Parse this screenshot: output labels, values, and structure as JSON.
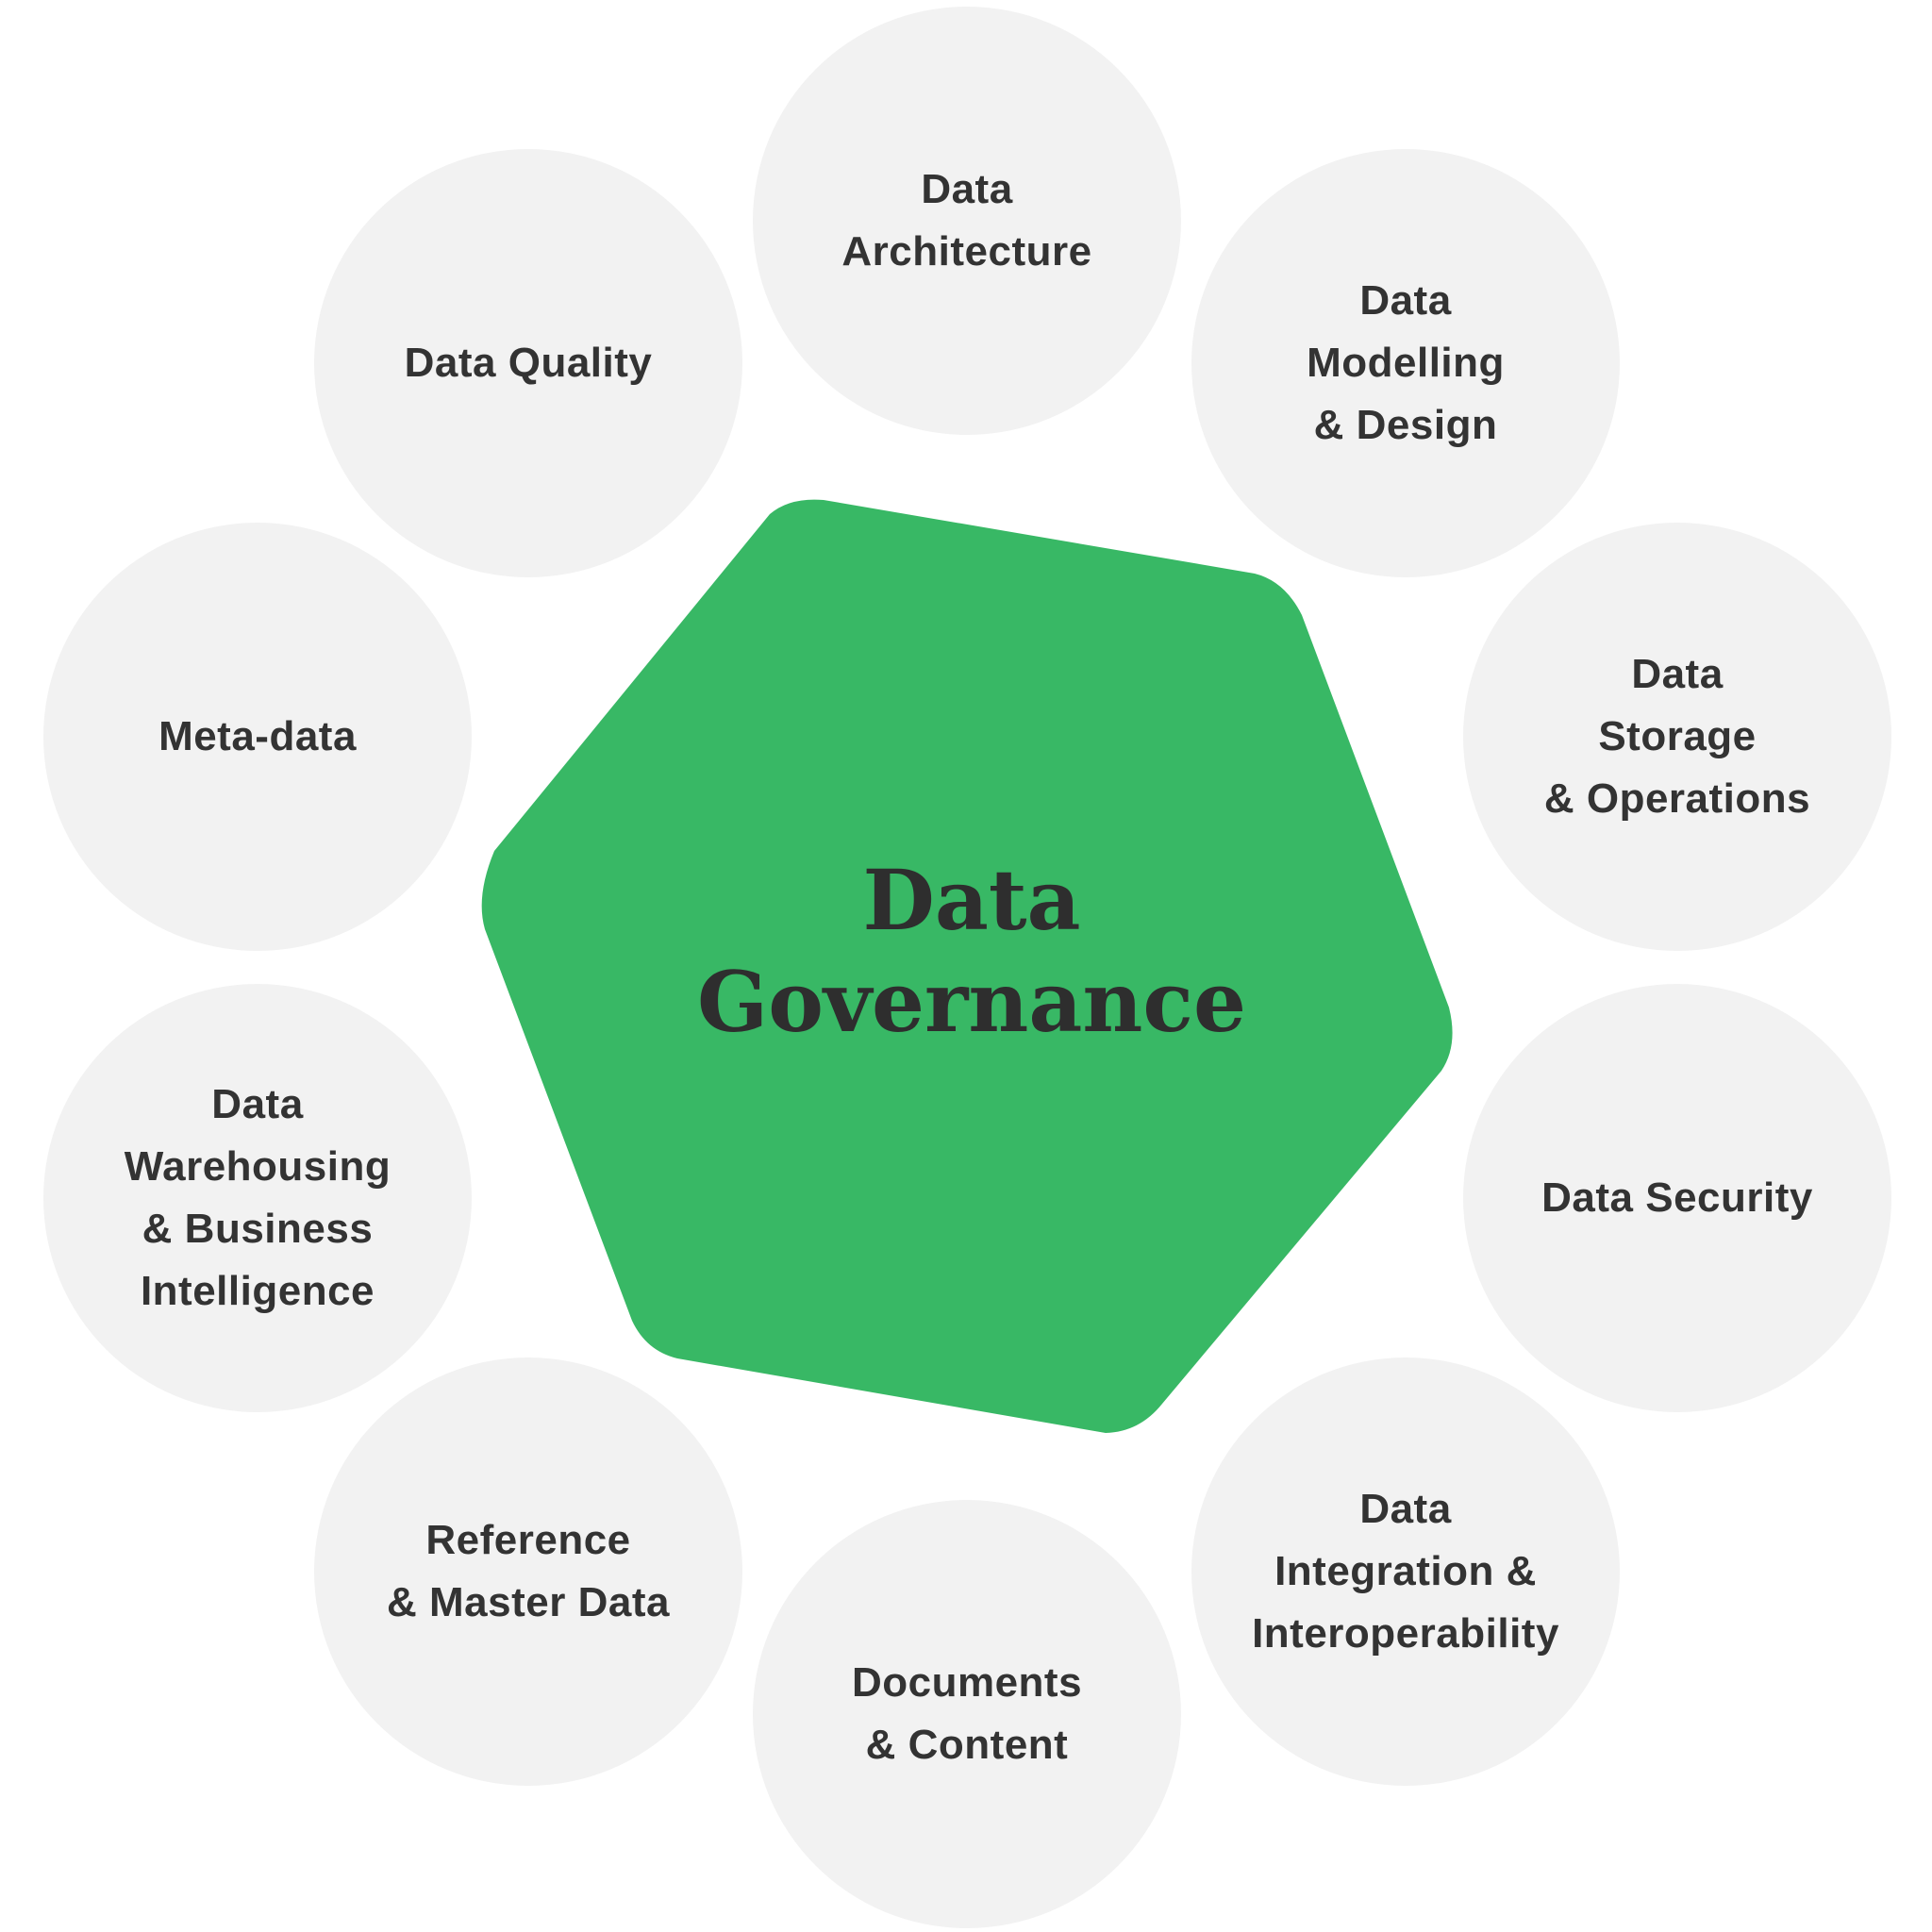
{
  "hub": {
    "label": "Data\nGovernance",
    "color": "#38b865"
  },
  "circle_color": "#f2f2f2",
  "text_color": "#333333",
  "knowledge_areas": [
    {
      "id": "data-architecture",
      "label": "Data\nArchitecture"
    },
    {
      "id": "data-modelling",
      "label": "Data\nModelling\n& Design"
    },
    {
      "id": "data-storage",
      "label": "Data\nStorage\n& Operations"
    },
    {
      "id": "data-security",
      "label": "Data Security"
    },
    {
      "id": "data-integration",
      "label": "Data\nIntegration &\nInteroperability"
    },
    {
      "id": "documents-content",
      "label": "Documents\n& Content"
    },
    {
      "id": "reference-master",
      "label": "Reference\n& Master Data"
    },
    {
      "id": "data-warehousing",
      "label": "Data\nWarehousing\n& Business\nIntelligence"
    },
    {
      "id": "meta-data",
      "label": "Meta-data"
    },
    {
      "id": "data-quality",
      "label": "Data Quality"
    }
  ]
}
